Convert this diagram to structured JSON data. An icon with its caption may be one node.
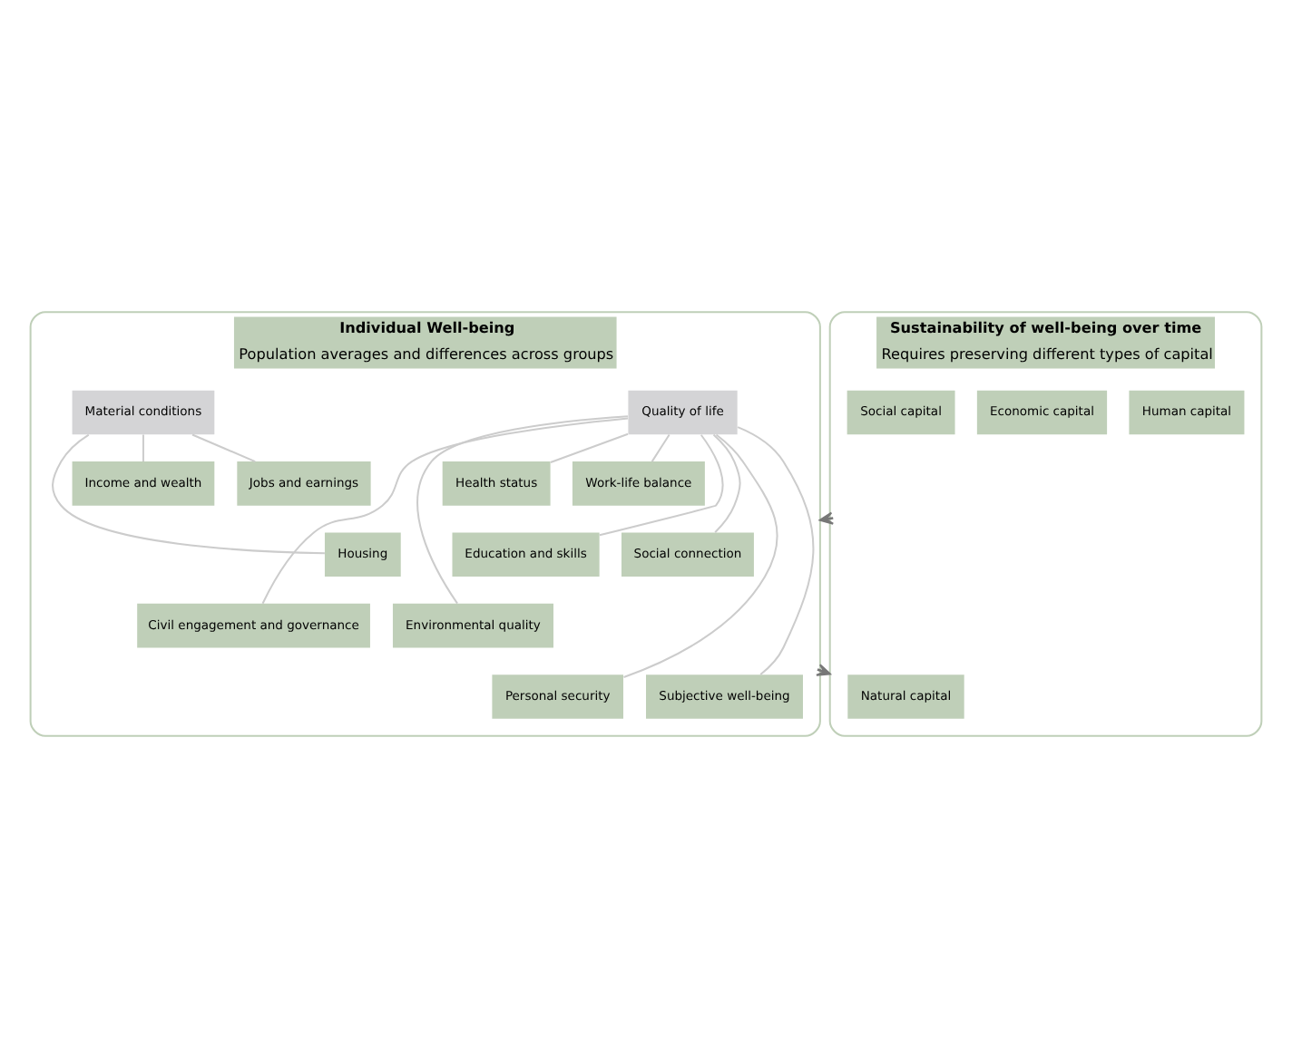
{
  "diagram": {
    "nodes": [
      {
        "text": [
          "Individual Well-being",
          "Population averages and differences across groups"
        ]
      },
      {
        "text": [
          "Quality of life"
        ],
        "in": 0
      },
      {
        "text": [
          "Health status"
        ],
        "in": 0
      },
      {
        "text": [
          "Work-life balance"
        ],
        "in": 0
      },
      {
        "text": [
          "Education and skills"
        ],
        "in": 0
      },
      {
        "text": [
          "Social connection"
        ],
        "in": 0
      },
      {
        "text": [
          "Civil engagement and governance"
        ],
        "in": 0
      },
      {
        "text": [
          "Environmental quality"
        ],
        "in": 0
      },
      {
        "text": [
          "Personal security"
        ],
        "in": 0
      },
      {
        "text": [
          "Subjective well-being"
        ],
        "in": 0
      },
      {
        "text": [
          "Material conditions"
        ],
        "in": 0
      },
      {
        "text": [
          "Income and wealth"
        ],
        "in": 0
      },
      {
        "text": [
          "Jobs and earnings"
        ],
        "in": 0
      },
      {
        "text": [
          "Housing"
        ],
        "in": 0
      },
      {
        "text": [
          "Sustainability of well-being over time",
          "Requires preserving different types of capital"
        ]
      },
      {
        "text": [
          "Natural capital"
        ],
        "in": 14
      },
      {
        "text": [
          "Human capital"
        ],
        "in": 14
      },
      {
        "text": [
          "Economic capital"
        ],
        "in": 14
      },
      {
        "text": [
          "Social capital"
        ],
        "in": 14
      }
    ],
    "edges": [
      {
        "from": 1,
        "to": 2,
        "arrow": "none"
      },
      {
        "from": 1,
        "to": 3,
        "arrow": "none"
      },
      {
        "from": 1,
        "to": 4,
        "arrow": "none"
      },
      {
        "from": 1,
        "to": 5,
        "arrow": "none"
      },
      {
        "from": 1,
        "to": 6,
        "arrow": "none"
      },
      {
        "from": 1,
        "to": 7,
        "arrow": "none"
      },
      {
        "from": 1,
        "to": 8,
        "arrow": "none"
      },
      {
        "from": 1,
        "to": 9,
        "arrow": "none"
      },
      {
        "from": 10,
        "to": 11,
        "arrow": "none"
      },
      {
        "from": 10,
        "to": 12,
        "arrow": "none"
      },
      {
        "from": 10,
        "to": 13,
        "arrow": "none"
      },
      {
        "from": 0,
        "to": 14,
        "arrow": "to",
        "color": "#777777"
      },
      {
        "from": 14,
        "to": 0,
        "arrow": "to",
        "color": "#777777"
      }
    ]
  }
}
